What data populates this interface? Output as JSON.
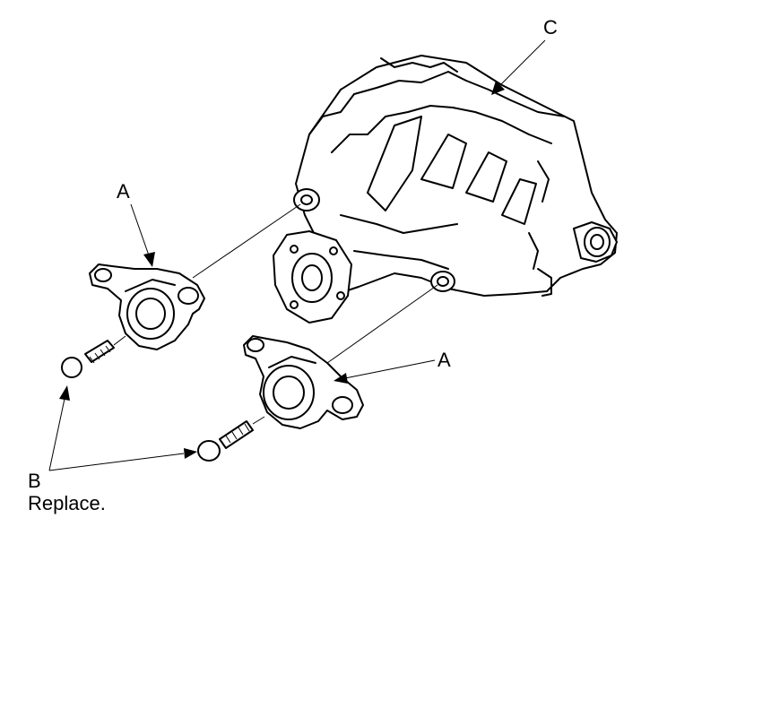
{
  "diagram": {
    "callouts": {
      "housing": "C",
      "mount_upper": "A",
      "mount_lower": "A",
      "bolts": "B",
      "bolts_note": "Replace."
    }
  }
}
